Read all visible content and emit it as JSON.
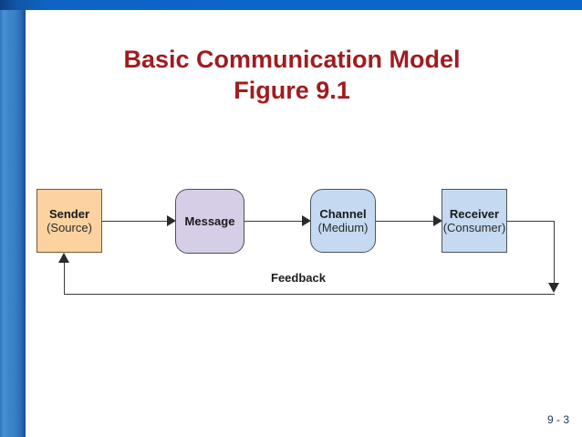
{
  "slide": {
    "title_line1": "Basic Communication Model",
    "title_line2": "Figure 9.1",
    "page_number": "9 - 3",
    "title_color": "#a01c20",
    "page_number_color": "#23356b",
    "accent_bar_color": "#0b66c9",
    "sidebar_color": "#3a82c8"
  },
  "diagram": {
    "type": "flow",
    "nodes": [
      {
        "id": "sender",
        "title": "Sender",
        "subtitle": "(Source)",
        "shape": "rectangle",
        "fill": "#fbd2a0",
        "stroke": "#7a5a2e"
      },
      {
        "id": "message",
        "title": "Message",
        "subtitle": "",
        "shape": "rounded-rectangle",
        "fill": "#d6cee6",
        "stroke": "#4f4f57"
      },
      {
        "id": "channel",
        "title": "Channel",
        "subtitle": "(Medium)",
        "shape": "rounded-rectangle",
        "fill": "#c5daf0",
        "stroke": "#4a5560"
      },
      {
        "id": "receiver",
        "title": "Receiver",
        "subtitle": "(Consumer)",
        "shape": "rectangle",
        "fill": "#c5daf0",
        "stroke": "#4a5560"
      }
    ],
    "edges": [
      {
        "id": "sender-message",
        "from": "sender",
        "to": "message",
        "label": ""
      },
      {
        "id": "message-channel",
        "from": "message",
        "to": "channel",
        "label": ""
      },
      {
        "id": "channel-receiver",
        "from": "channel",
        "to": "receiver",
        "label": ""
      },
      {
        "id": "receiver-sender",
        "from": "receiver",
        "to": "sender",
        "label": "Feedback"
      }
    ],
    "feedback_label": "Feedback"
  }
}
